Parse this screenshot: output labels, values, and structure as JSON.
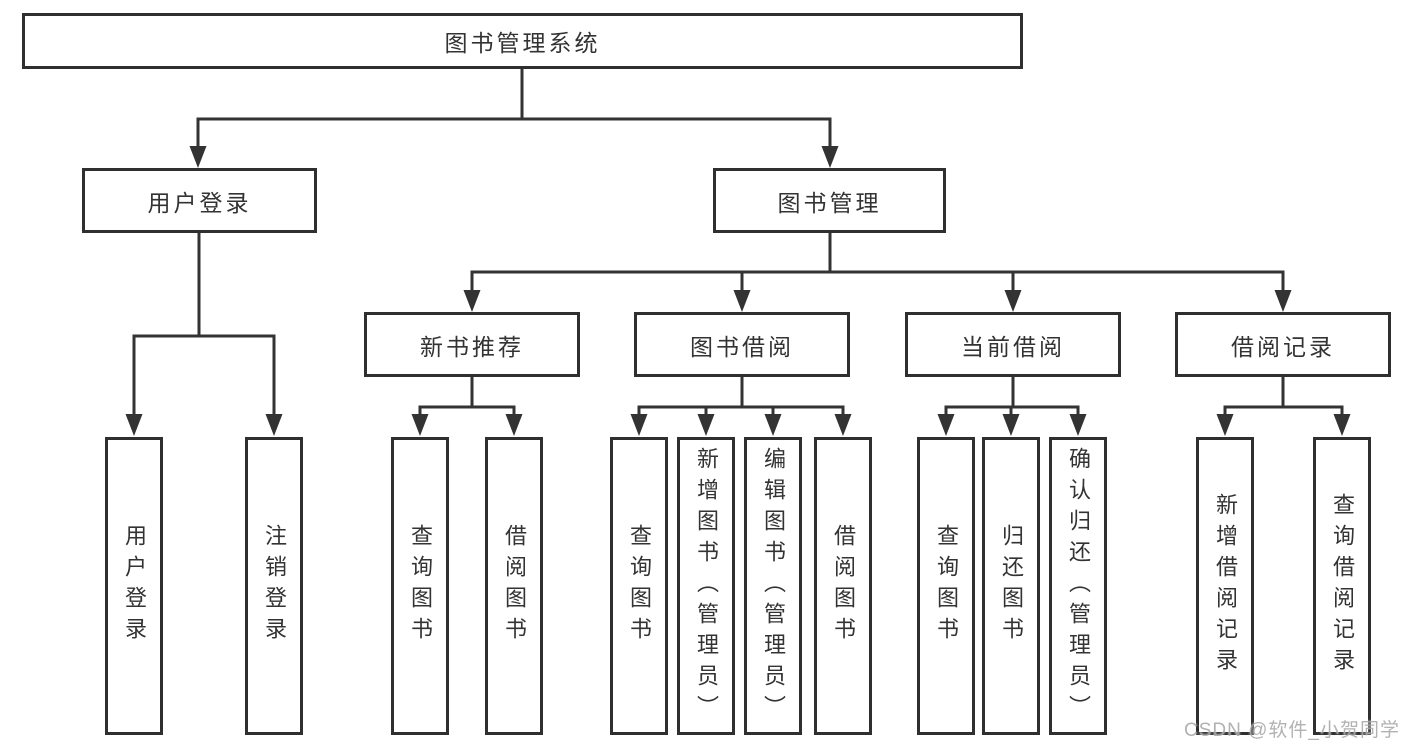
{
  "page": {
    "background": "#ffffff"
  },
  "tree": {
    "root": {
      "label": "图书管理系统"
    },
    "level2": [
      {
        "label": "用户登录",
        "children": [
          {
            "label": "用户登录"
          },
          {
            "label": "注销登录"
          }
        ]
      },
      {
        "label": "图书管理",
        "children": [
          {
            "label": "新书推荐",
            "children": [
              {
                "label": "查询图书"
              },
              {
                "label": "借阅图书"
              }
            ]
          },
          {
            "label": "图书借阅",
            "children": [
              {
                "label": "查询图书"
              },
              {
                "label": "新增图书（管理员）"
              },
              {
                "label": "编辑图书（管理员）"
              },
              {
                "label": "借阅图书"
              }
            ]
          },
          {
            "label": "当前借阅",
            "children": [
              {
                "label": "查询图书"
              },
              {
                "label": "归还图书"
              },
              {
                "label": "确认归还（管理员）"
              }
            ]
          },
          {
            "label": "借阅记录",
            "children": [
              {
                "label": "新增借阅记录"
              },
              {
                "label": "查询借阅记录"
              }
            ]
          }
        ]
      }
    ]
  },
  "watermark": {
    "text": "CSDN @软件_小贺同学"
  },
  "colors": {
    "line": "#333333",
    "box_border": "#2f2f2f",
    "box_fill": "#ffffff",
    "text": "#333333",
    "watermark": "#aaaaaa",
    "background": "#ffffff"
  }
}
